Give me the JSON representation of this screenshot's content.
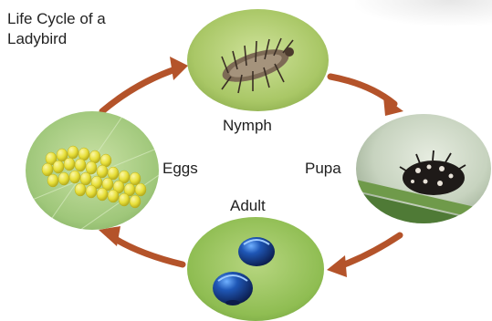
{
  "title": "Life Cycle of a Ladybird",
  "stages": {
    "nymph": "Nymph",
    "pupa": "Pupa",
    "adult": "Adult",
    "eggs": "Eggs"
  },
  "colors": {
    "arrow": "#b4532a",
    "leaf_green": "#7fb048",
    "egg_yellow": "#e8e03a",
    "adult_blue": "#1b3f8a"
  }
}
